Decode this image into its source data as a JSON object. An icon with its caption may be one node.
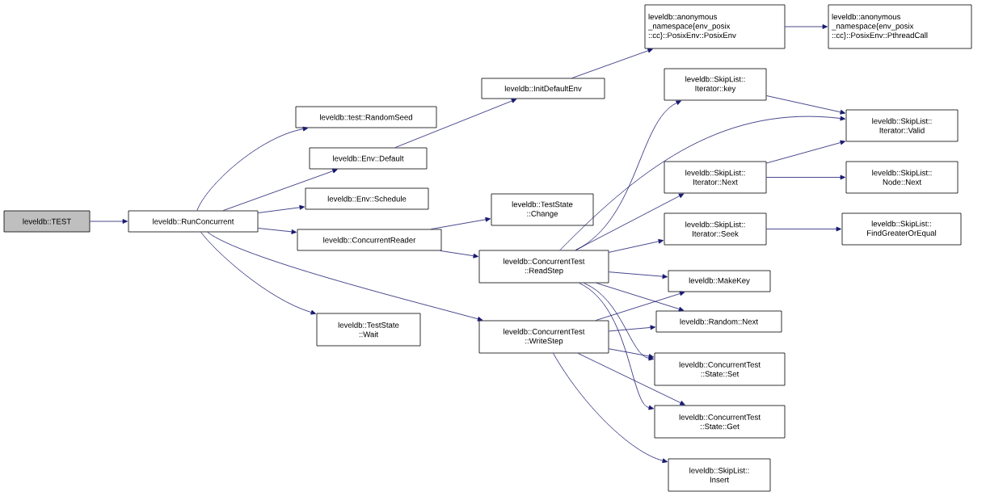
{
  "diagram": {
    "nodes": [
      {
        "text": [
          "leveldb::TEST"
        ]
      },
      {
        "text": [
          "leveldb::RunConcurrent"
        ]
      },
      {
        "text": [
          "leveldb::test::RandomSeed"
        ]
      },
      {
        "text": [
          "leveldb::Env::Default"
        ]
      },
      {
        "text": [
          "leveldb::Env::Schedule"
        ]
      },
      {
        "text": [
          "leveldb::ConcurrentReader"
        ]
      },
      {
        "text": [
          "leveldb::TestState ::Wait"
        ]
      },
      {
        "text": [
          "leveldb::InitDefaultEnv"
        ]
      },
      {
        "text": [
          "leveldb::anonymous _namespace{env_posix ::cc}::PosixEnv::PosixEnv"
        ]
      },
      {
        "text": [
          "leveldb::anonymous _namespace{env_posix ::cc}::PosixEnv::PthreadCall"
        ]
      },
      {
        "text": [
          "leveldb::TestState ::Change"
        ]
      },
      {
        "text": [
          "leveldb::ConcurrentTest ::ReadStep"
        ]
      },
      {
        "text": [
          "leveldb::ConcurrentTest ::WriteStep"
        ]
      },
      {
        "text": [
          "leveldb::SkipList:: Iterator::key"
        ]
      },
      {
        "text": [
          "leveldb::SkipList:: Iterator::Valid"
        ]
      },
      {
        "text": [
          "leveldb::SkipList:: Iterator::Next"
        ]
      },
      {
        "text": [
          "leveldb::SkipList:: Node::Next"
        ]
      },
      {
        "text": [
          "leveldb::SkipList:: Iterator::Seek"
        ]
      },
      {
        "text": [
          "leveldb::SkipList:: FindGreaterOrEqual"
        ]
      },
      {
        "text": [
          "leveldb::MakeKey"
        ]
      },
      {
        "text": [
          "leveldb::Random::Next"
        ]
      },
      {
        "text": [
          "leveldb::ConcurrentTest ::State::Set"
        ]
      },
      {
        "text": [
          "leveldb::ConcurrentTest ::State::Get"
        ]
      },
      {
        "text": [
          "leveldb::SkipList:: Insert"
        ]
      }
    ],
    "edges": [
      {
        "from": 0,
        "to": 1,
        "arrow": "to"
      },
      {
        "from": 1,
        "to": 2,
        "arrow": "to"
      },
      {
        "from": 1,
        "to": 3,
        "arrow": "to"
      },
      {
        "from": 1,
        "to": 4,
        "arrow": "to"
      },
      {
        "from": 1,
        "to": 5,
        "arrow": "to"
      },
      {
        "from": 1,
        "to": 6,
        "arrow": "to"
      },
      {
        "from": 1,
        "to": 12,
        "arrow": "to"
      },
      {
        "from": 3,
        "to": 7,
        "arrow": "to"
      },
      {
        "from": 7,
        "to": 8,
        "arrow": "to"
      },
      {
        "from": 8,
        "to": 9,
        "arrow": "to"
      },
      {
        "from": 5,
        "to": 10,
        "arrow": "to"
      },
      {
        "from": 5,
        "to": 11,
        "arrow": "to"
      },
      {
        "from": 11,
        "to": 13,
        "arrow": "to"
      },
      {
        "from": 11,
        "to": 14,
        "arrow": "to"
      },
      {
        "from": 11,
        "to": 15,
        "arrow": "to"
      },
      {
        "from": 11,
        "to": 17,
        "arrow": "to"
      },
      {
        "from": 11,
        "to": 19,
        "arrow": "to"
      },
      {
        "from": 11,
        "to": 20,
        "arrow": "to"
      },
      {
        "from": 11,
        "to": 21,
        "arrow": "to"
      },
      {
        "from": 11,
        "to": 22,
        "arrow": "to"
      },
      {
        "from": 13,
        "to": 14,
        "arrow": "to"
      },
      {
        "from": 15,
        "to": 14,
        "arrow": "to"
      },
      {
        "from": 15,
        "to": 16,
        "arrow": "to"
      },
      {
        "from": 17,
        "to": 18,
        "arrow": "to"
      },
      {
        "from": 12,
        "to": 19,
        "arrow": "to"
      },
      {
        "from": 12,
        "to": 20,
        "arrow": "to"
      },
      {
        "from": 12,
        "to": 21,
        "arrow": "to"
      },
      {
        "from": 12,
        "to": 22,
        "arrow": "to"
      },
      {
        "from": 12,
        "to": 23,
        "arrow": "to"
      }
    ]
  }
}
